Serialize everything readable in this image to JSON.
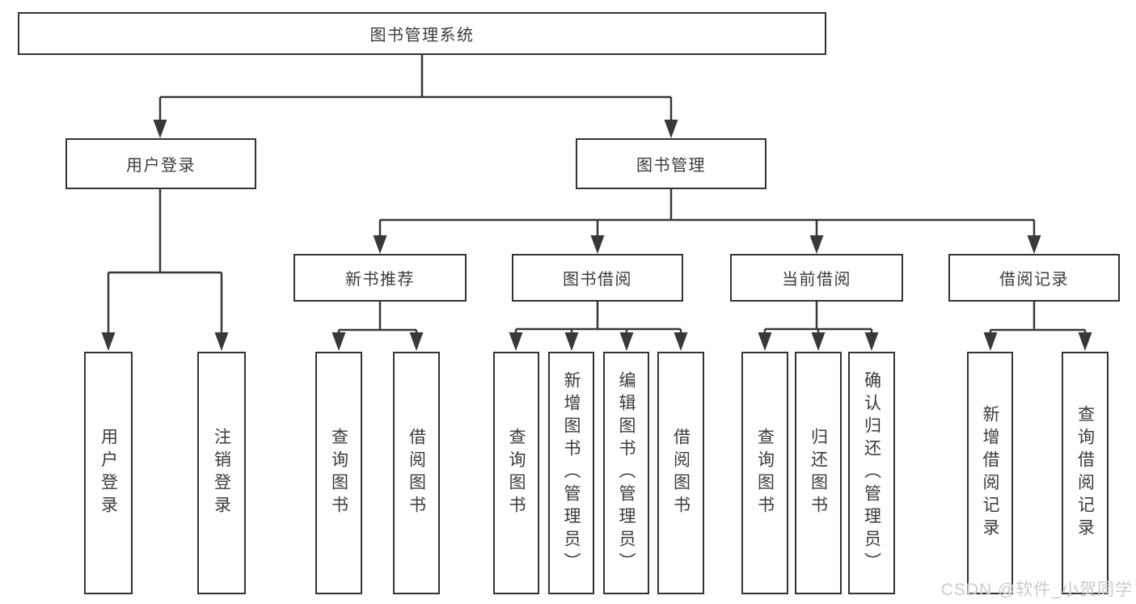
{
  "diagram": {
    "root": {
      "label": "图书管理系统"
    },
    "level2": [
      {
        "label": "用户登录"
      },
      {
        "label": "图书管理"
      }
    ],
    "level3": [
      {
        "label": "新书推荐"
      },
      {
        "label": "图书借阅"
      },
      {
        "label": "当前借阅"
      },
      {
        "label": "借阅记录"
      }
    ],
    "leaves": {
      "user": [
        {
          "label": "用户登录"
        },
        {
          "label": "注销登录"
        }
      ],
      "newbooks": [
        {
          "label": "查询图书"
        },
        {
          "label": "借阅图书"
        }
      ],
      "borrow": [
        {
          "label": "查询图书"
        },
        {
          "label": "新增图书（管理员）"
        },
        {
          "label": "编辑图书（管理员）"
        },
        {
          "label": "借阅图书"
        }
      ],
      "current": [
        {
          "label": "查询图书"
        },
        {
          "label": "归还图书"
        },
        {
          "label": "确认归还（管理员）"
        }
      ],
      "records": [
        {
          "label": "新增借阅记录"
        },
        {
          "label": "查询借阅记录"
        }
      ]
    },
    "watermark": "CSDN @软件_小贺同学",
    "colors": {
      "line": "#383838",
      "box_border": "#333333",
      "text": "#3b3b3b",
      "watermark": "#cbcbcb",
      "background": "#ffffff"
    }
  }
}
